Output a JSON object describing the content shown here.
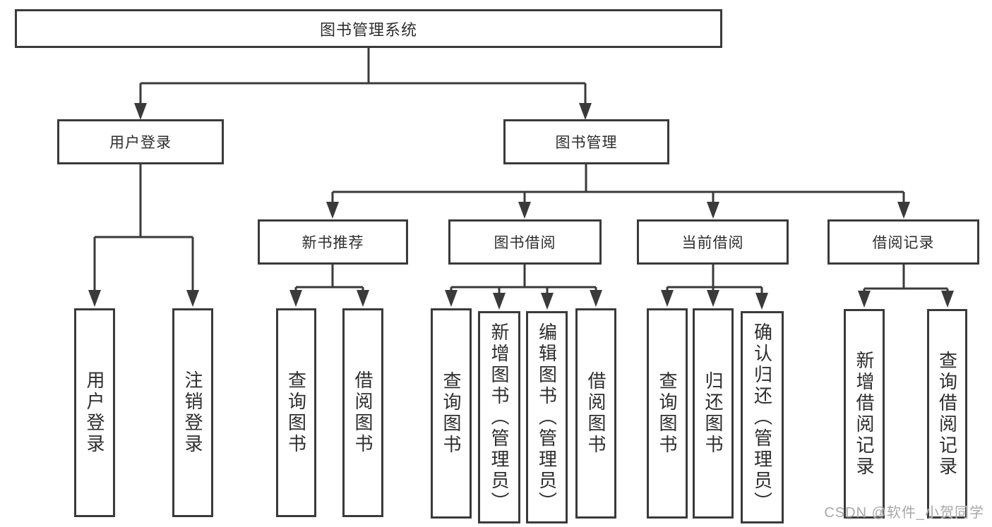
{
  "colors": {
    "line": "#3a3a3a",
    "text": "#2d2d2d",
    "watermark": "#a8a8a8",
    "background": "#ffffff"
  },
  "nodes": {
    "root": "图书管理系统",
    "user_login_group": "用户登录",
    "book_management": "图书管理",
    "user_login": "用户登录",
    "logout": "注销登录",
    "new_book_recommend": "新书推荐",
    "book_borrow": "图书借阅",
    "current_borrow": "当前借阅",
    "borrow_records": "借阅记录",
    "nbr_query_books": "查询图书",
    "nbr_borrow_books": "借阅图书",
    "bb_query_books": "查询图书",
    "bb_add_books": "新增图书（管理员）",
    "bb_edit_books": "编辑图书（管理员）",
    "bb_borrow_books": "借阅图书",
    "cb_query_books": "查询图书",
    "cb_return_books": "归还图书",
    "cb_confirm_return": "确认归还（管理员）",
    "br_add_record": "新增借阅记录",
    "br_query_record": "查询借阅记录"
  },
  "watermark": "CSDN @软件_小贺同学"
}
